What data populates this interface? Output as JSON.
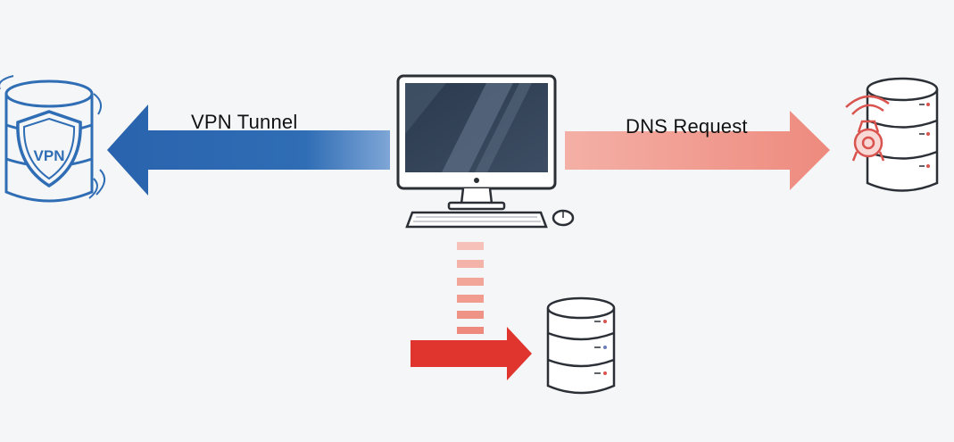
{
  "labels": {
    "vpn_tunnel": "VPN Tunnel",
    "dns_request": "DNS Request",
    "vpn_badge": "VPN"
  },
  "icons": {
    "vpn_server": "vpn-server-shield-icon",
    "computer": "desktop-computer-icon",
    "dns_server": "dns-server-alert-icon",
    "leak_server": "database-server-icon"
  },
  "colors": {
    "vpn_blue": "#2f6db5",
    "dns_pink": "#f0958a",
    "leak_red": "#e0352e",
    "dashed_pink": "#f3a598",
    "alert_red": "#d9534f"
  }
}
